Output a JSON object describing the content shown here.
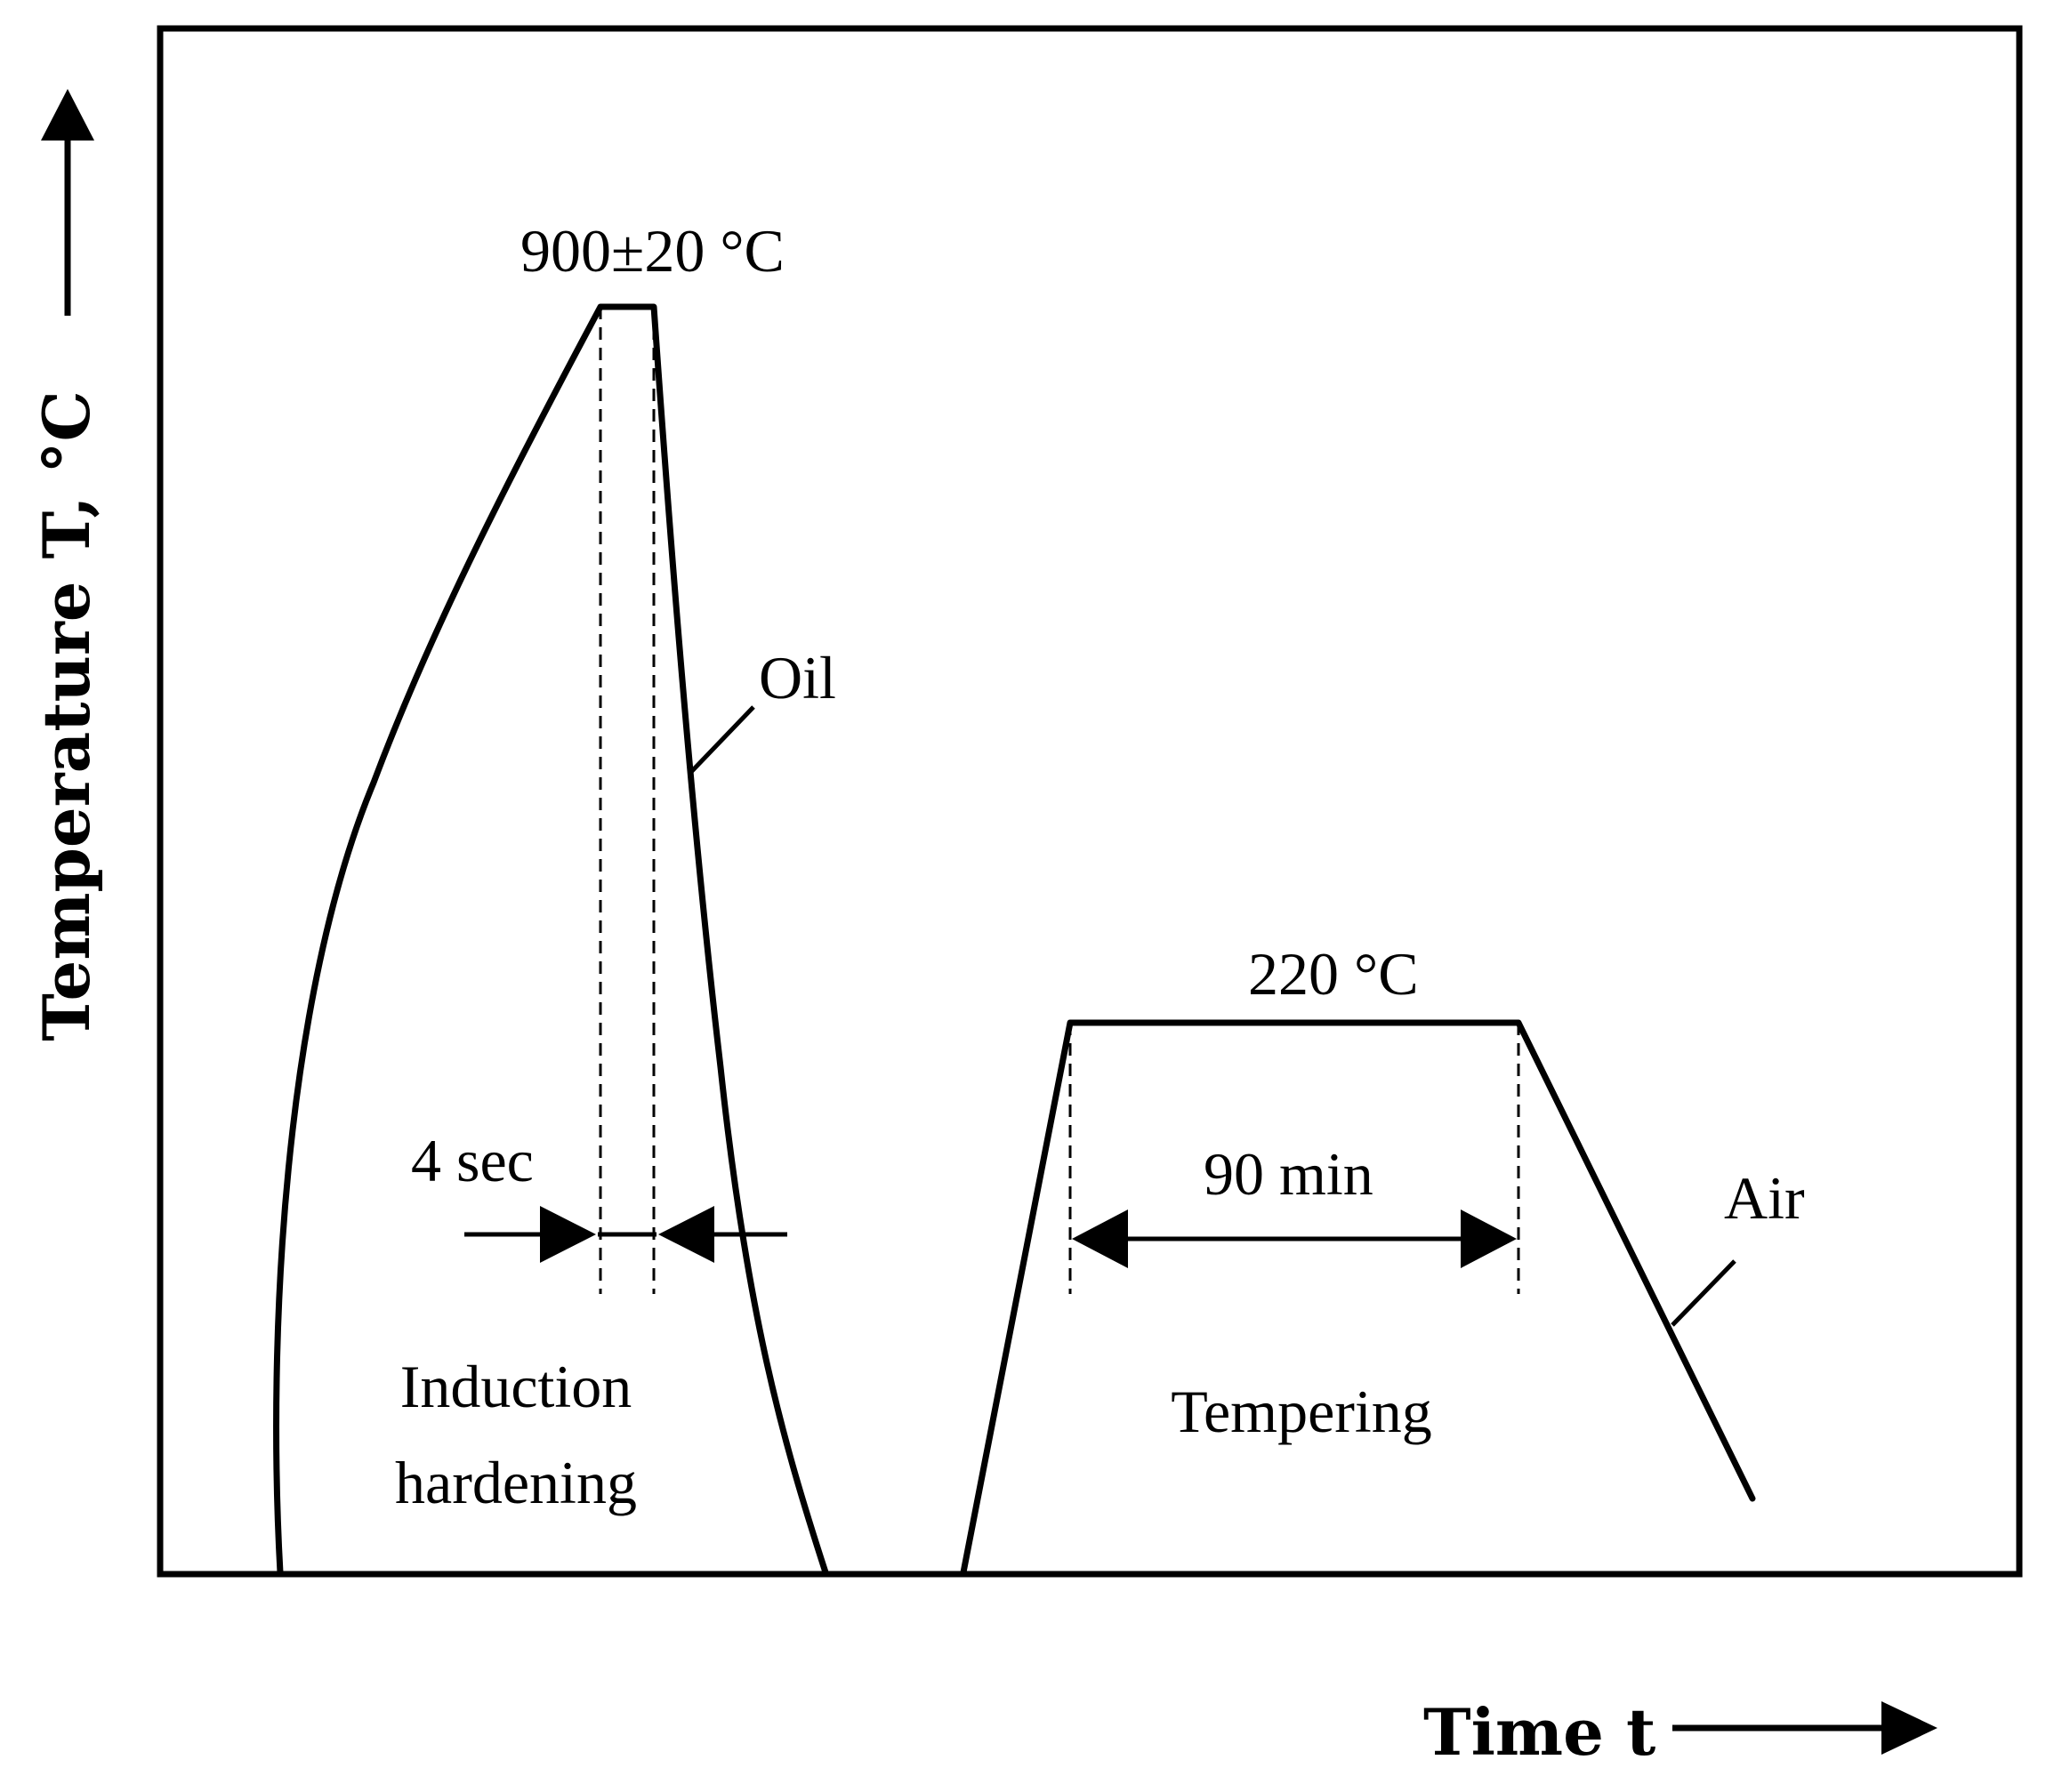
{
  "axes": {
    "y_label": "Temperature T, °C",
    "x_label": "Time t"
  },
  "hardening": {
    "peak_label": "900±20 °C",
    "hold_label": "4 sec",
    "quench_label": "Oil",
    "stage_label_line1": "Induction",
    "stage_label_line2": "hardening"
  },
  "tempering": {
    "plateau_label": "220 °C",
    "hold_label": "90 min",
    "cooling_label": "Air",
    "stage_label": "Tempering"
  }
}
